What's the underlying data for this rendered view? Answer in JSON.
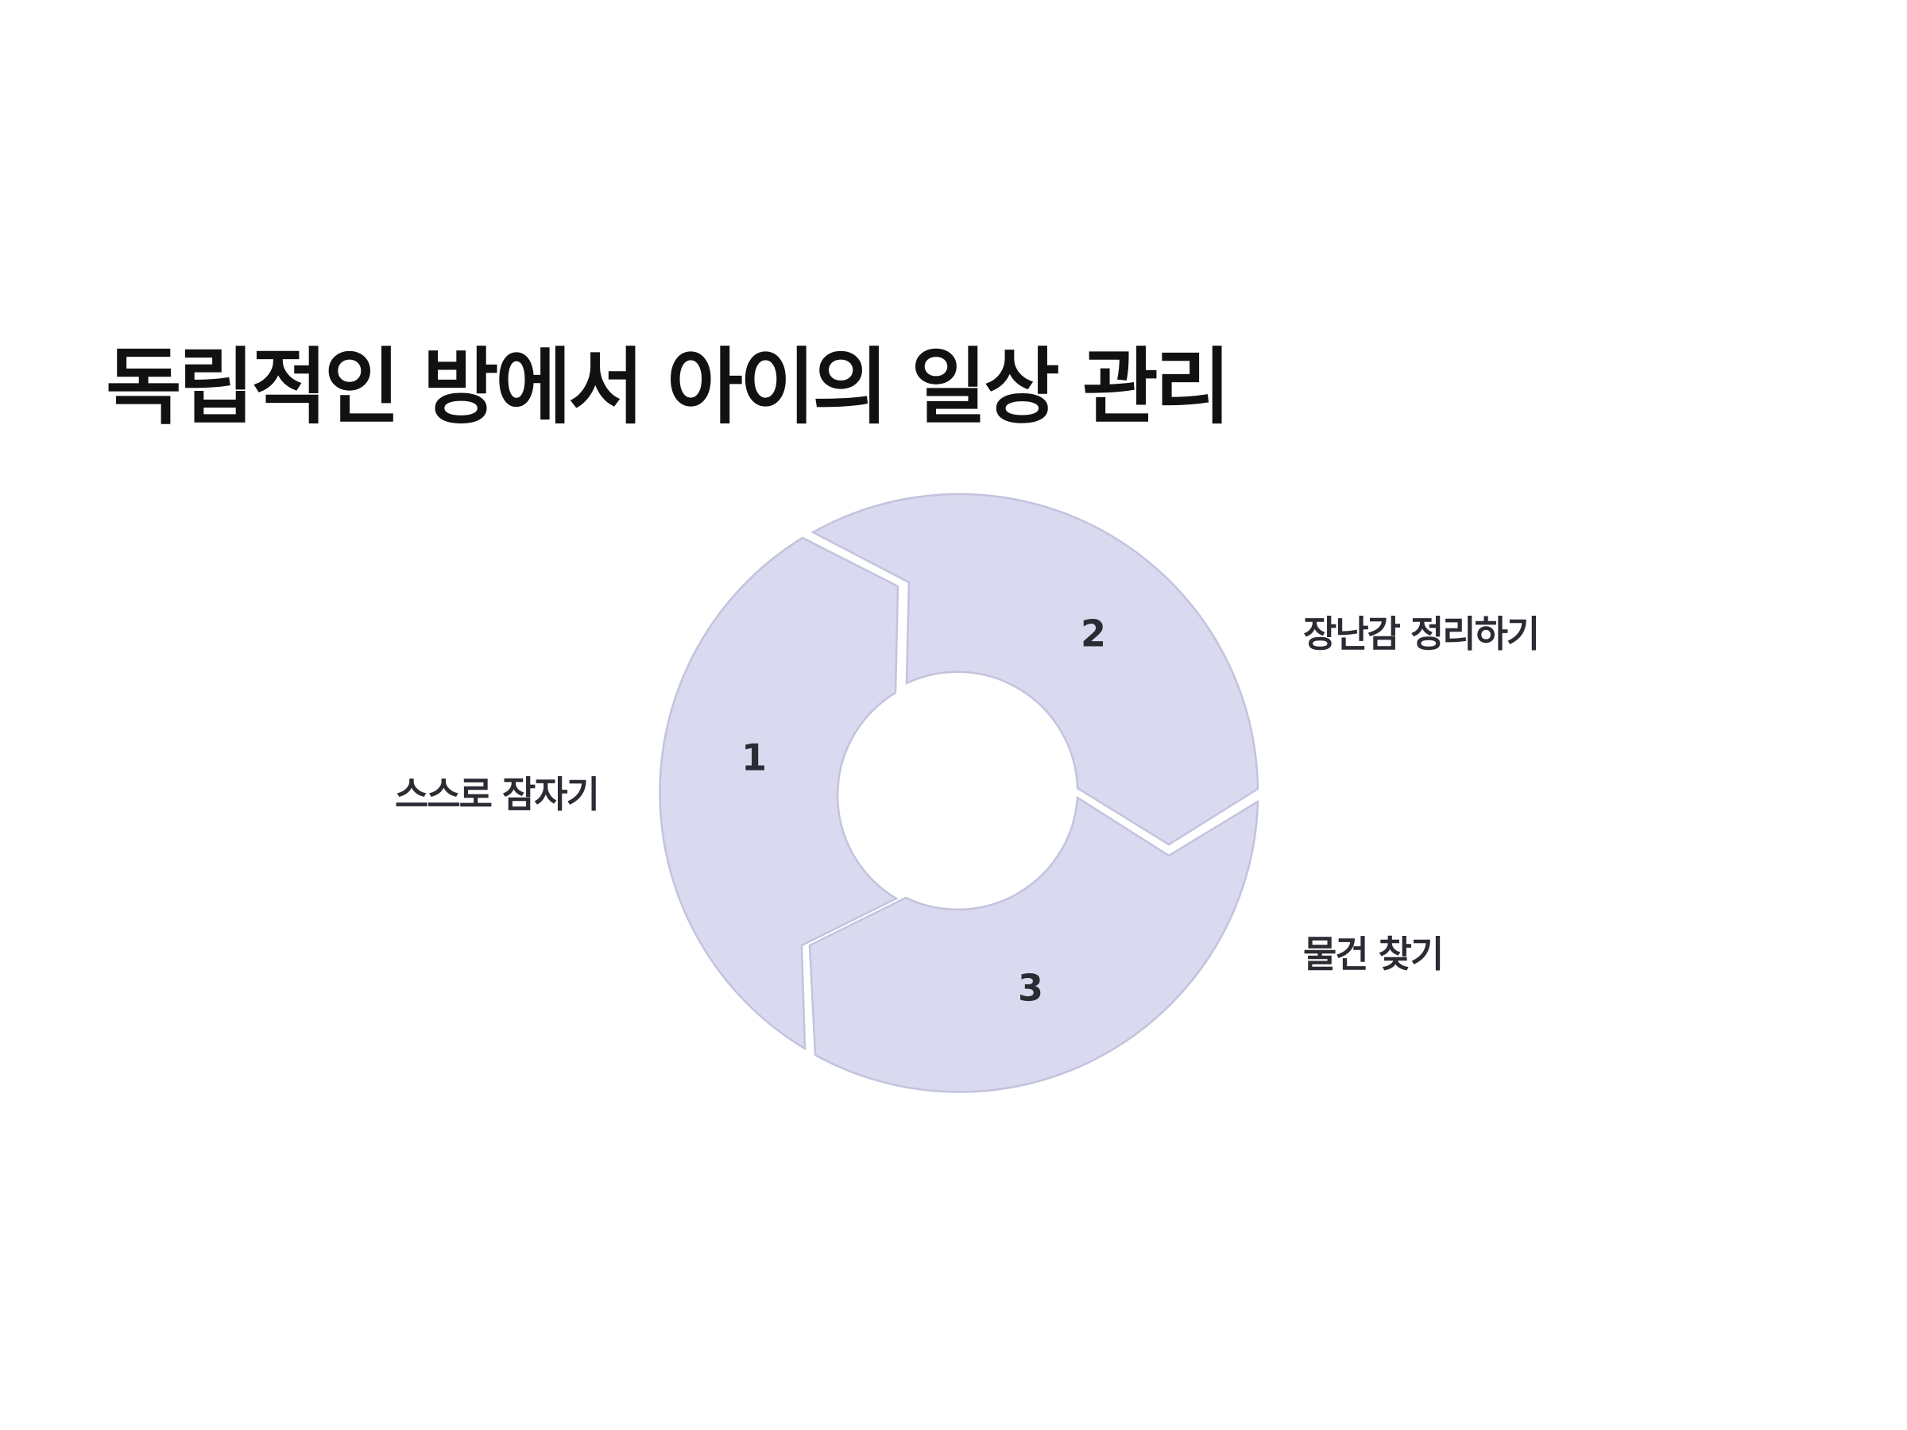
{
  "title": "독립적인 방에서 아이의 일상 관리",
  "colors": {
    "segment_fill": "#d9d9ef",
    "segment_stroke": "#c3c3de",
    "text": "#2b2b33",
    "title": "#111111"
  },
  "steps": [
    {
      "number": "1",
      "label": "스스로 잠자기"
    },
    {
      "number": "2",
      "label": "장난감 정리하기"
    },
    {
      "number": "3",
      "label": "물건 찾기"
    }
  ]
}
